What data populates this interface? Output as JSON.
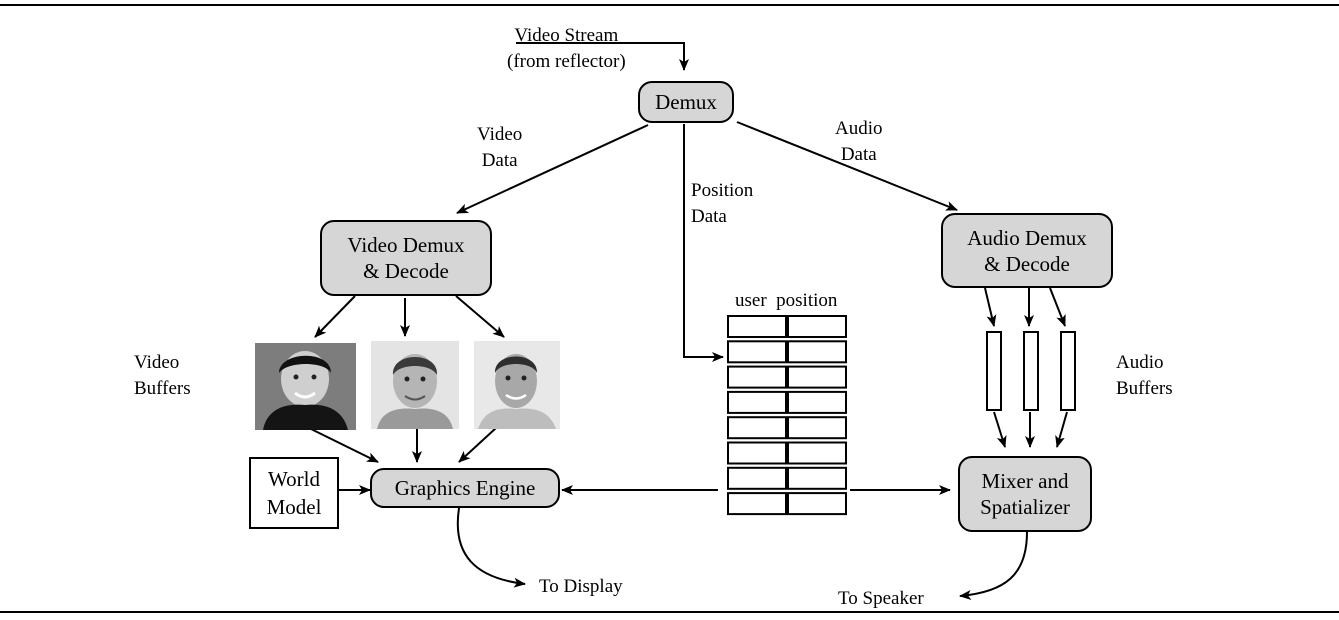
{
  "nodes": {
    "demux": "Demux",
    "video_demux": [
      "Video Demux",
      "& Decode"
    ],
    "audio_demux": [
      "Audio Demux",
      "& Decode"
    ],
    "graphics_engine": "Graphics Engine",
    "mixer": [
      "Mixer and",
      "Spatializer"
    ],
    "world_model": [
      "World",
      "Model"
    ]
  },
  "labels": {
    "video_stream": [
      "Video Stream",
      "(from reflector)"
    ],
    "video_data": [
      "Video",
      "Data"
    ],
    "audio_data": [
      "Audio",
      "Data"
    ],
    "position_data": [
      "Position",
      "Data"
    ],
    "video_buffers": [
      "Video",
      "Buffers"
    ],
    "audio_buffers": [
      "Audio",
      "Buffers"
    ],
    "table_header": "user  position",
    "to_display": "To Display",
    "to_speaker": "To Speaker"
  },
  "colors": {
    "node_fill": "#d6d6d6",
    "line": "#000000"
  },
  "position_table_rows": 8,
  "audio_buffer_count": 3
}
